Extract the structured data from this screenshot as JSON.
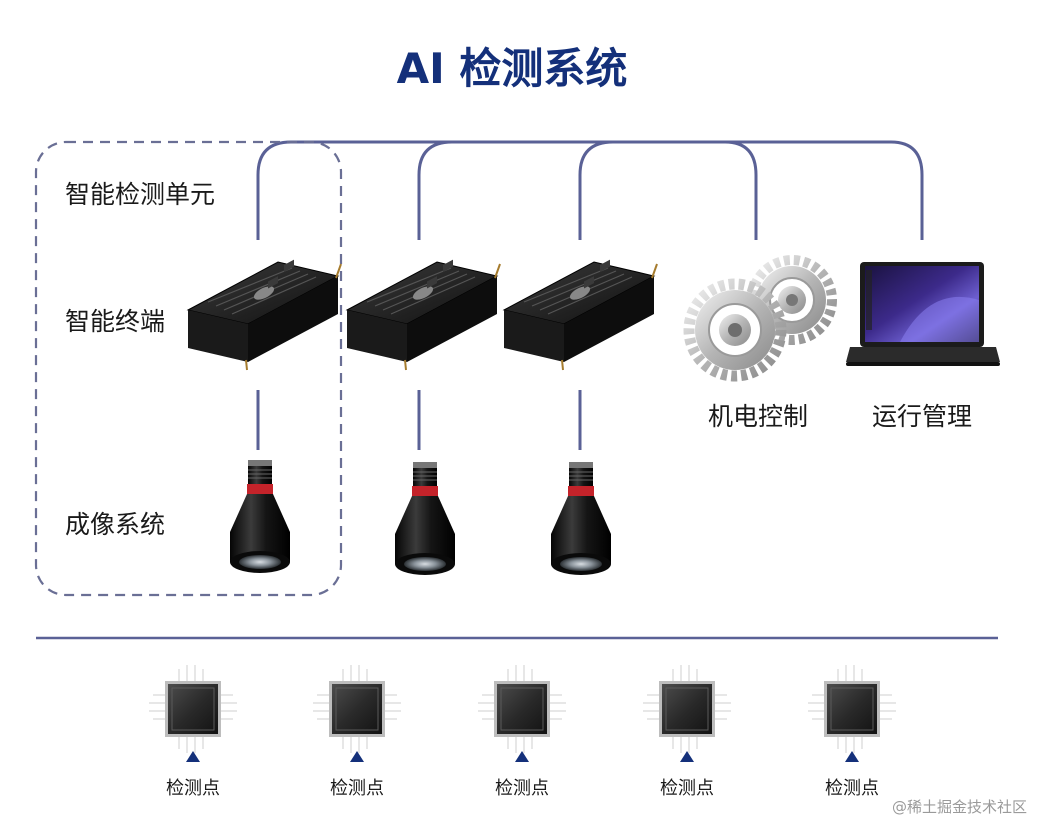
{
  "title": "AI 检测系统",
  "left_labels": {
    "unit": "智能检测单元",
    "terminal": "智能终端",
    "imaging": "成像系统"
  },
  "right_labels": {
    "motion": "机电控制",
    "management": "运行管理"
  },
  "detection_points": [
    {
      "label": "检测点"
    },
    {
      "label": "检测点"
    },
    {
      "label": "检测点"
    },
    {
      "label": "检测点"
    },
    {
      "label": "检测点"
    }
  ],
  "watermark": "@稀土掘金技术社区",
  "icons": {
    "terminal": "edge-computer-icon",
    "camera": "industrial-lens-icon",
    "gears": "gears-icon",
    "laptop": "laptop-icon",
    "chip": "chip-icon",
    "arrow": "triangle-up-icon"
  },
  "colors": {
    "title": "#14307a",
    "line": "#5a6196"
  }
}
